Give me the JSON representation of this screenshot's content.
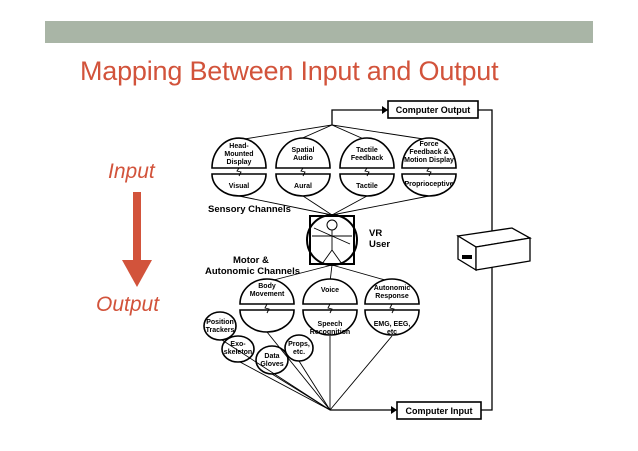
{
  "slide": {
    "title": "Mapping Between Input and Output",
    "input_label": "Input",
    "output_label": "Output",
    "colors": {
      "accent": "#d2533b",
      "bar": "#a9b5a6"
    }
  },
  "diagram": {
    "computer_output": "Computer Output",
    "computer_input": "Computer Input",
    "sensory_channels": "Sensory Channels",
    "motor_channels_1": "Motor &",
    "motor_channels_2": "Autonomic Channels",
    "vr_user_1": "VR",
    "vr_user_2": "User",
    "displays": [
      {
        "line1": "Head-",
        "line2": "Mounted",
        "line3": "Display",
        "sense": "Visual"
      },
      {
        "line1": "Spatial",
        "line2": "Audio",
        "line3": "",
        "sense": "Aural"
      },
      {
        "line1": "Tactile",
        "line2": "Feedback",
        "line3": "",
        "sense": "Tactile"
      },
      {
        "line1": "Force",
        "line2": "Feedback &",
        "line3": "Motion Display",
        "sense": "Proprioceptive"
      }
    ],
    "motor": [
      {
        "line1": "Body",
        "line2": "Movement",
        "out1": "",
        "out2": ""
      },
      {
        "line1": "Voice",
        "line2": "",
        "out1": "Speech",
        "out2": "Recognition"
      },
      {
        "line1": "Autonomic",
        "line2": "Response",
        "out1": "EMG, EEG,",
        "out2": "etc"
      }
    ],
    "devices": [
      {
        "line1": "Position",
        "line2": "Trackers"
      },
      {
        "line1": "Exo-",
        "line2": "skeleton"
      },
      {
        "line1": "Data",
        "line2": "Gloves"
      },
      {
        "line1": "Props,",
        "line2": "etc."
      }
    ]
  }
}
